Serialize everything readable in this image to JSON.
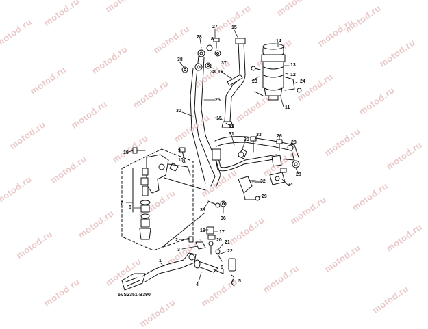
{
  "watermark": {
    "text": "motod.ru",
    "color": "#e9c9c9"
  },
  "diagram_code": "5VS2351-B390",
  "callouts": {
    "c27": "27",
    "c15a": "15",
    "c14": "14",
    "c28a": "28",
    "c8a": "8",
    "c37": "37",
    "c38a": "38",
    "c38b": "38",
    "c38c": "38",
    "c13": "13",
    "c12": "12",
    "c23": "23",
    "c16": "16",
    "c24": "24",
    "c25": "25",
    "c11": "11",
    "c30": "30",
    "c15b": "15",
    "c32": "32",
    "c31": "31",
    "c33": "33",
    "c30b": "30",
    "c26": "26",
    "c28b": "28",
    "c19": "19",
    "c9": "9",
    "c10": "10",
    "c36": "36",
    "c34": "34",
    "c28c": "28",
    "c32b": "32",
    "c29": "29",
    "c7": "7",
    "c8b": "8",
    "c18": "18",
    "c17": "17",
    "c20": "20",
    "c21": "21",
    "c22": "22",
    "c2": "2",
    "c3": "3",
    "c1": "1",
    "c4": "4",
    "c5": "5",
    "c6": "6"
  }
}
